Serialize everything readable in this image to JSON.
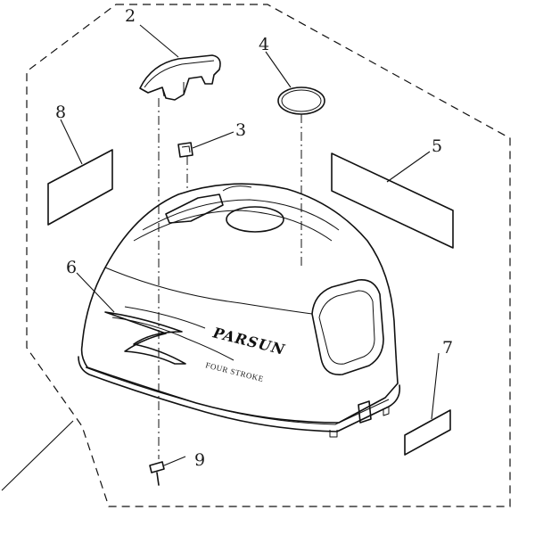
{
  "diagram": {
    "callouts": [
      {
        "id": "1",
        "label": ""
      },
      {
        "id": "2",
        "label": "2"
      },
      {
        "id": "3",
        "label": "3"
      },
      {
        "id": "4",
        "label": "4"
      },
      {
        "id": "5",
        "label": "5"
      },
      {
        "id": "6",
        "label": "6"
      },
      {
        "id": "7",
        "label": "7"
      },
      {
        "id": "8",
        "label": "8"
      },
      {
        "id": "9",
        "label": "9"
      }
    ],
    "brand_text": "PARSUN",
    "tagline_text": "FOUR STROKE"
  }
}
